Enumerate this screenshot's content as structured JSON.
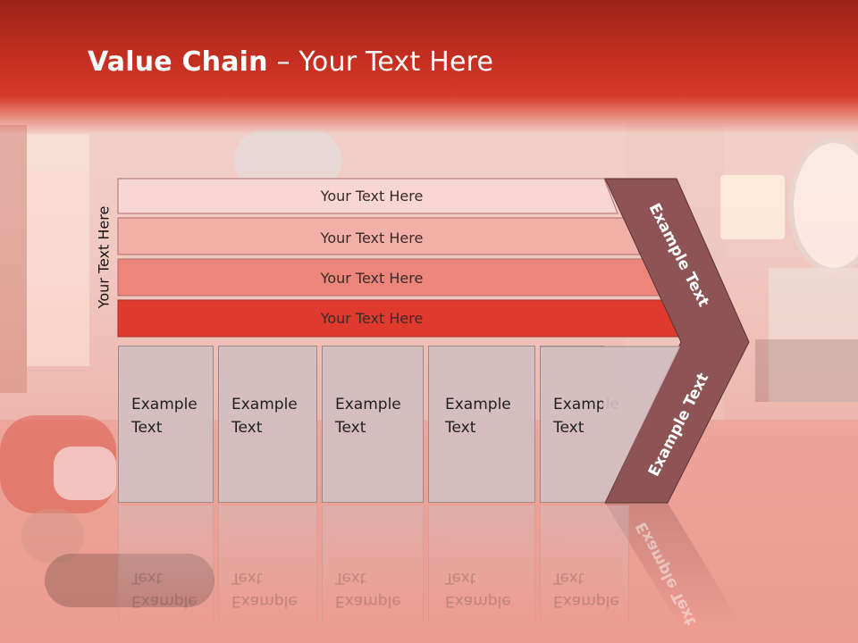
{
  "title": {
    "bold": "Value Chain",
    "rest": " – Your Text Here"
  },
  "side_label": "Your Text Here",
  "bars": [
    {
      "label": "Your Text Here",
      "color": "#f8d6d4"
    },
    {
      "label": "Your Text Here",
      "color": "#f2b0a8"
    },
    {
      "label": "Your Text Here",
      "color": "#ec857a"
    },
    {
      "label": "Your Text Here",
      "color": "#e03a2e"
    }
  ],
  "boxes": [
    {
      "line1": "Example",
      "line2": "Text"
    },
    {
      "line1": "Example",
      "line2": "Text"
    },
    {
      "line1": "Example",
      "line2": "Text"
    },
    {
      "line1": "Example",
      "line2": "Text"
    },
    {
      "line1": "Example",
      "line2": "Text"
    }
  ],
  "arrow": {
    "upper_label": "Example Text",
    "lower_label": "Example Text",
    "color": "#8e5455"
  },
  "colors": {
    "title_band": "#c52f21",
    "title_text": "#ffffff",
    "box_fill": "#d2bec1"
  }
}
